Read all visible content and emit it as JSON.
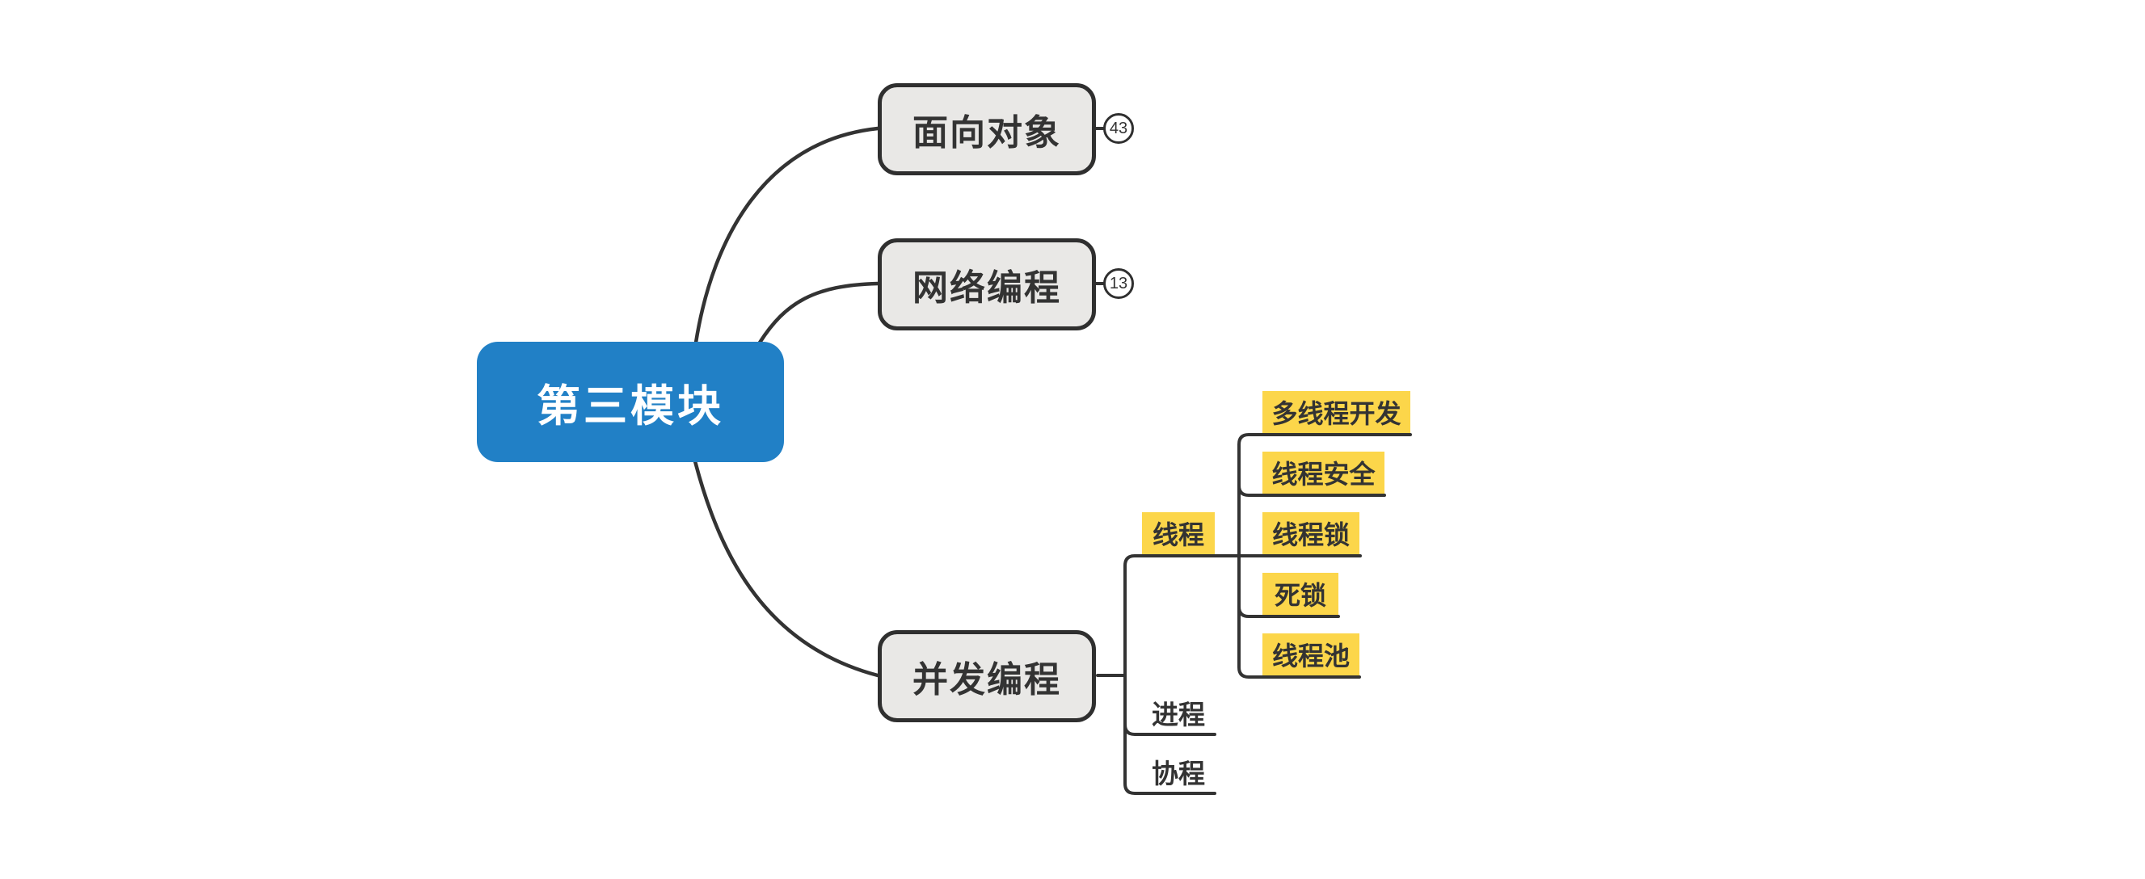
{
  "colors": {
    "canvas_bg": "#ffffff",
    "line": "#333333",
    "root_fill": "#2180c6",
    "root_text": "#ffffff",
    "branch_fill": "#e9e8e6",
    "branch_border": "#2f2f2f",
    "branch_text": "#333333",
    "highlight_fill": "#fcd64a",
    "badge_bg": "#ffffff",
    "badge_text": "#333333"
  },
  "root": {
    "label": "第三模块"
  },
  "branches": [
    {
      "label": "面向对象",
      "badge": "43"
    },
    {
      "label": "网络编程",
      "badge": "13"
    },
    {
      "label": "并发编程"
    }
  ],
  "concurrency": {
    "thread": {
      "label": "线程",
      "children": [
        {
          "label": "多线程开发"
        },
        {
          "label": "线程安全"
        },
        {
          "label": "线程锁"
        },
        {
          "label": "死锁"
        },
        {
          "label": "线程池"
        }
      ]
    },
    "process": {
      "label": "进程"
    },
    "coroutine": {
      "label": "协程"
    }
  }
}
